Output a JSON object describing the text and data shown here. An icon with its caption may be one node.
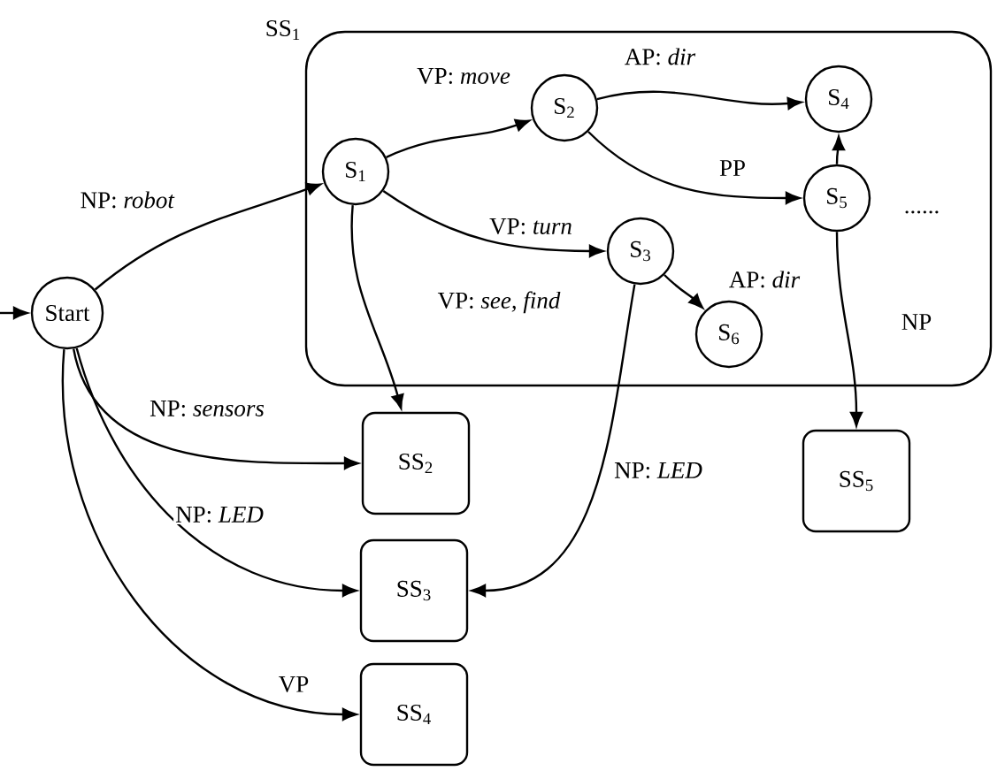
{
  "diagram": {
    "nodes": [
      {
        "text": [
          "SS$_{1}$"
        ]
      },
      {
        "text": [
          "Start"
        ]
      },
      {
        "text": [
          "S$_{1}$"
        ],
        "in": 0
      },
      {
        "text": [
          "S$_{2}$"
        ],
        "in": 0
      },
      {
        "text": [
          "S$_{4}$"
        ],
        "in": 0
      },
      {
        "text": [
          "S$_{5}$"
        ],
        "in": 0
      },
      {
        "text": [
          "S$_{3}$"
        ],
        "in": 0
      },
      {
        "text": [
          "S$_{6}$"
        ],
        "in": 0
      },
      {
        "text": [
          "SS$_{2}$"
        ]
      },
      {
        "text": [
          "SS$_{3}$"
        ]
      },
      {
        "text": [
          "SS$_{4}$"
        ]
      },
      {
        "text": [
          "SS$_{5}$"
        ]
      }
    ],
    "edges": [
      {
        "from": null,
        "to": 1,
        "arrow": "to"
      },
      {
        "from": 1,
        "to": 2,
        "arrow": "to",
        "label": "NP: *robot*"
      },
      {
        "from": 2,
        "to": 3,
        "arrow": "to",
        "label": "VP: *move*"
      },
      {
        "from": 3,
        "to": 4,
        "arrow": "to",
        "label": "AP: *dir*"
      },
      {
        "from": 3,
        "to": 5,
        "arrow": "to",
        "label": "PP"
      },
      {
        "from": 5,
        "to": 4,
        "arrow": "to"
      },
      {
        "from": 2,
        "to": 6,
        "arrow": "to",
        "label": "VP: *turn*"
      },
      {
        "from": 6,
        "to": 7,
        "arrow": "to",
        "label": "AP: *dir*"
      },
      {
        "from": 2,
        "to": 8,
        "arrow": "to",
        "label": "VP: *see, find*"
      },
      {
        "from": 5,
        "to": 11,
        "arrow": "to",
        "label": "NP"
      },
      {
        "from": 6,
        "to": 9,
        "arrow": "to",
        "label": "NP: *LED*"
      },
      {
        "from": 1,
        "to": 8,
        "arrow": "to",
        "label": "NP: *sensors*"
      },
      {
        "from": 1,
        "to": 9,
        "arrow": "to",
        "label": "NP: *LED*"
      },
      {
        "from": 1,
        "to": 10,
        "arrow": "to",
        "label": "VP"
      }
    ],
    "labels": [
      "......"
    ]
  }
}
